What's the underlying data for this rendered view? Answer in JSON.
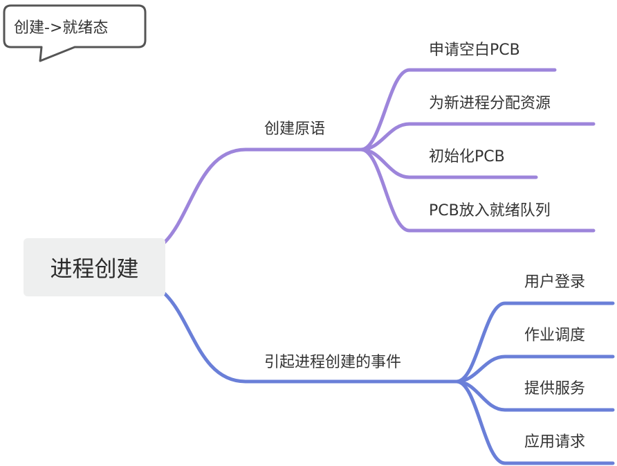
{
  "callout": {
    "text": "创建->就绪态"
  },
  "root": {
    "label": "进程创建"
  },
  "branches": [
    {
      "label": "创建原语",
      "color": "#9d85db",
      "children": [
        "申请空白PCB",
        "为新进程分配资源",
        "初始化PCB",
        "PCB放入就绪队列"
      ]
    },
    {
      "label": "引起进程创建的事件",
      "color": "#6a7fd8",
      "children": [
        "用户登录",
        "作业调度",
        "提供服务",
        "应用请求"
      ]
    }
  ]
}
